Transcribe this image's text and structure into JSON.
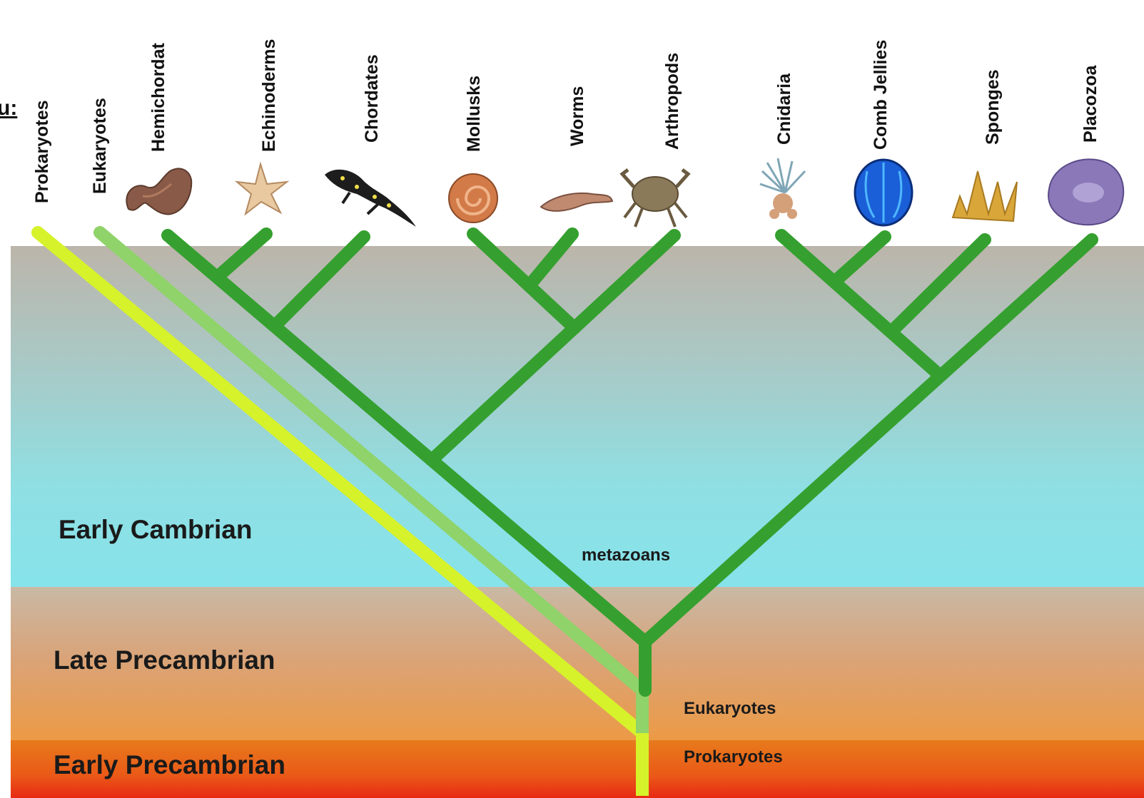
{
  "cut_label": "u:",
  "eras": {
    "early_cambrian": "Early Cambrian",
    "late_precambrian": "Late Precambrian",
    "early_precambrian": "Early Precambrian"
  },
  "nodes": {
    "metazoans": "metazoans",
    "eukaryotes": "Eukaryotes",
    "prokaryotes": "Prokaryotes"
  },
  "taxa": [
    {
      "name": "Prokaryotes",
      "icon": "none"
    },
    {
      "name": "Eukaryotes",
      "icon": "none"
    },
    {
      "name": "Hemichordat",
      "icon": "acorn-worm-icon"
    },
    {
      "name": "Echinoderms",
      "icon": "starfish-icon"
    },
    {
      "name": "Chordates",
      "icon": "salamander-icon"
    },
    {
      "name": "Mollusks",
      "icon": "snail-shell-icon"
    },
    {
      "name": "Worms",
      "icon": "worm-icon"
    },
    {
      "name": "Arthropods",
      "icon": "crab-icon"
    },
    {
      "name": "Cnidaria",
      "icon": "anemone-icon"
    },
    {
      "name": "Comb Jellies",
      "icon": "comb-jelly-icon"
    },
    {
      "name": "Sponges",
      "icon": "sponge-icon"
    },
    {
      "name": "Placozoa",
      "icon": "placozoa-icon"
    }
  ],
  "colors": {
    "metazoan_branch": "#35a02f",
    "eukaryote_branch": "#8fd36a",
    "prokaryote_branch": "#d6f22a"
  }
}
